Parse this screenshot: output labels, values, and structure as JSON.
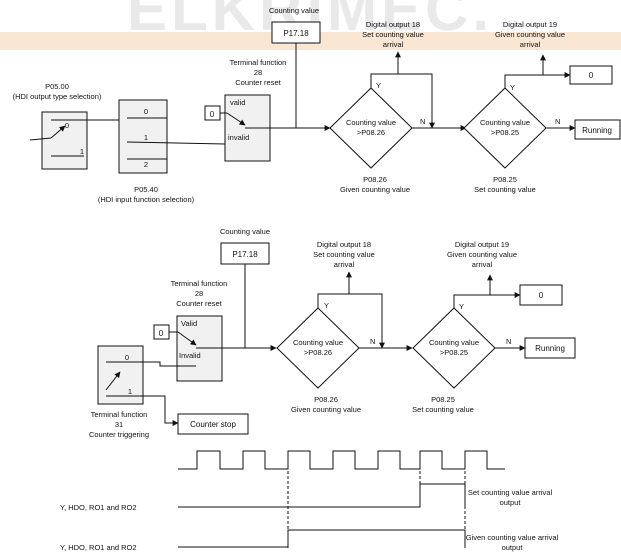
{
  "watermark": {
    "text": "ELKRIMEC.",
    "bg": "#f9e6d3",
    "color": "#e9e9e9"
  },
  "top": {
    "counting_value_label": "Counting value",
    "p1718": "P17.18",
    "do18": [
      "Digital output 18",
      "Set counting value",
      "arrival"
    ],
    "do19": [
      "Digital output 19",
      "Given counting value",
      "arrival"
    ],
    "zero_out": "0",
    "terminal": [
      "Terminal function",
      "28",
      "Counter reset"
    ],
    "p0500": [
      "P05.00",
      "(HDI output type selection)"
    ],
    "zero_in": "0",
    "valid": "valid",
    "invalid": "invalid",
    "sw0": "0",
    "sw1": "1",
    "hdi_opts": [
      "0",
      "1",
      "2"
    ],
    "p0540": [
      "P05.40",
      "(HDI input function selection)"
    ],
    "dm1": [
      "Counting value",
      ">P08.26"
    ],
    "dm2": [
      "Counting value",
      ">P08.25"
    ],
    "y": "Y",
    "n": "N",
    "running": "Running",
    "p0826": [
      "P08.26",
      "Given counting value"
    ],
    "p0825": [
      "P08.25",
      "Set counting value"
    ]
  },
  "bottom": {
    "counting_value_label": "Counting value",
    "p1718": "P17.18",
    "do18": [
      "Digital output 18",
      "Set counting value",
      "arrival"
    ],
    "do19": [
      "Digital output 19",
      "Given counting value",
      "arrival"
    ],
    "zero_out": "0",
    "terminal": [
      "Terminal function",
      "28",
      "Counter reset"
    ],
    "zero_in": "0",
    "valid": "Valid",
    "invalid": "Invalid",
    "sw0": "0",
    "sw1": "1",
    "dm1": [
      "Counting value",
      ">P08.26"
    ],
    "dm2": [
      "Counting value",
      ">P08.25"
    ],
    "y": "Y",
    "n": "N",
    "running": "Running",
    "p0826": [
      "P08.26",
      "Given counting value"
    ],
    "p0825": [
      "P08.25",
      "Set counting value"
    ],
    "trig": [
      "Terminal function",
      "31",
      "Counter triggering"
    ],
    "counter_stop": "Counter stop"
  },
  "timing": {
    "row1_label": "Y, HDO, RO1 and RO2",
    "row2_label": "Y, HDO, RO1 and RO2",
    "row1_desc": [
      "Set counting value arrival",
      "output"
    ],
    "row2_desc": [
      "Given counting value arrival",
      "output"
    ]
  }
}
